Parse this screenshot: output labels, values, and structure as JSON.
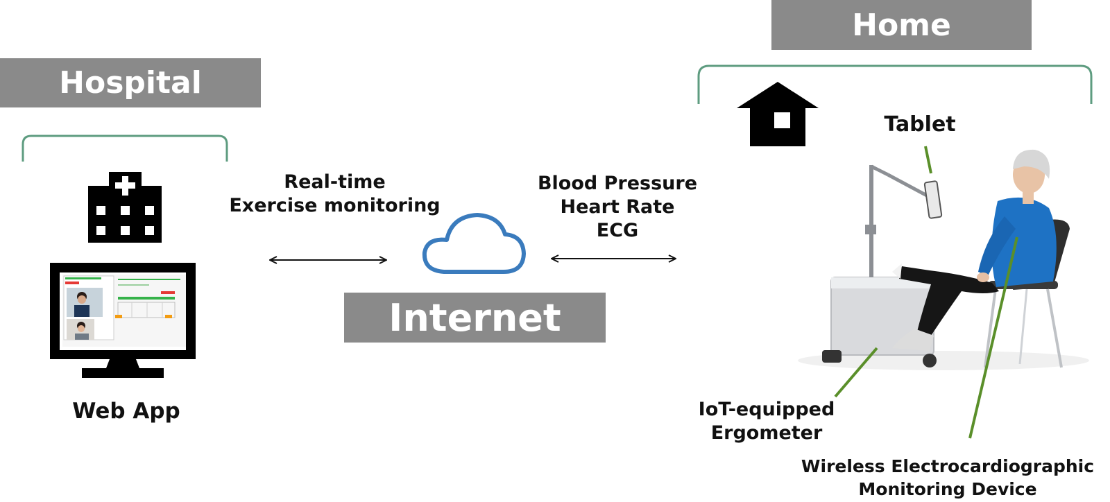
{
  "hospital": {
    "title": "Hospital",
    "web_app_label": "Web App"
  },
  "internet": {
    "title": "Internet",
    "left_link_label_line1": "Real-time",
    "left_link_label_line2": "Exercise monitoring",
    "right_link_label_line1": "Blood Pressure",
    "right_link_label_line2": "Heart Rate",
    "right_link_label_line3": "ECG"
  },
  "home": {
    "title": "Home",
    "tablet_label": "Tablet",
    "ergometer_label_line1": "IoT-equipped",
    "ergometer_label_line2": "Ergometer",
    "ecg_device_label_line1": "Wireless Electrocardiographic",
    "ecg_device_label_line2": "Monitoring Device"
  },
  "colors": {
    "banner_gray": "#8a8a8a",
    "bracket_green": "#5e9c80",
    "leader_green": "#5a8f2a",
    "cloud_blue": "#3a7bbd"
  },
  "icons": [
    "hospital-building-icon",
    "monitor-icon",
    "cloud-icon",
    "house-icon"
  ]
}
